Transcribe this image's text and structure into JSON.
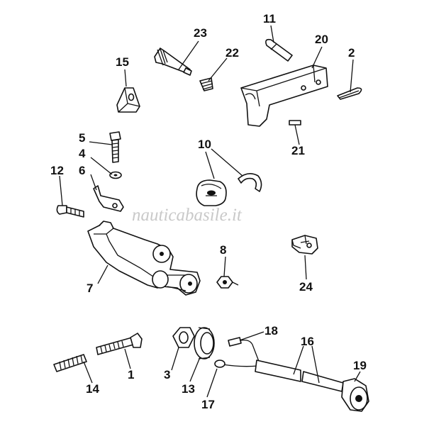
{
  "watermark": "nauticabasile.it",
  "callouts": {
    "n1": "1",
    "n2": "2",
    "n3": "3",
    "n4": "4",
    "n5": "5",
    "n6": "6",
    "n7": "7",
    "n8": "8",
    "n10": "10",
    "n11": "11",
    "n12": "12",
    "n13": "13",
    "n14": "14",
    "n15": "15",
    "n16": "16",
    "n17": "17",
    "n18": "18",
    "n19": "19",
    "n20": "20",
    "n21": "21",
    "n22": "22",
    "n23": "23",
    "n24": "24"
  }
}
